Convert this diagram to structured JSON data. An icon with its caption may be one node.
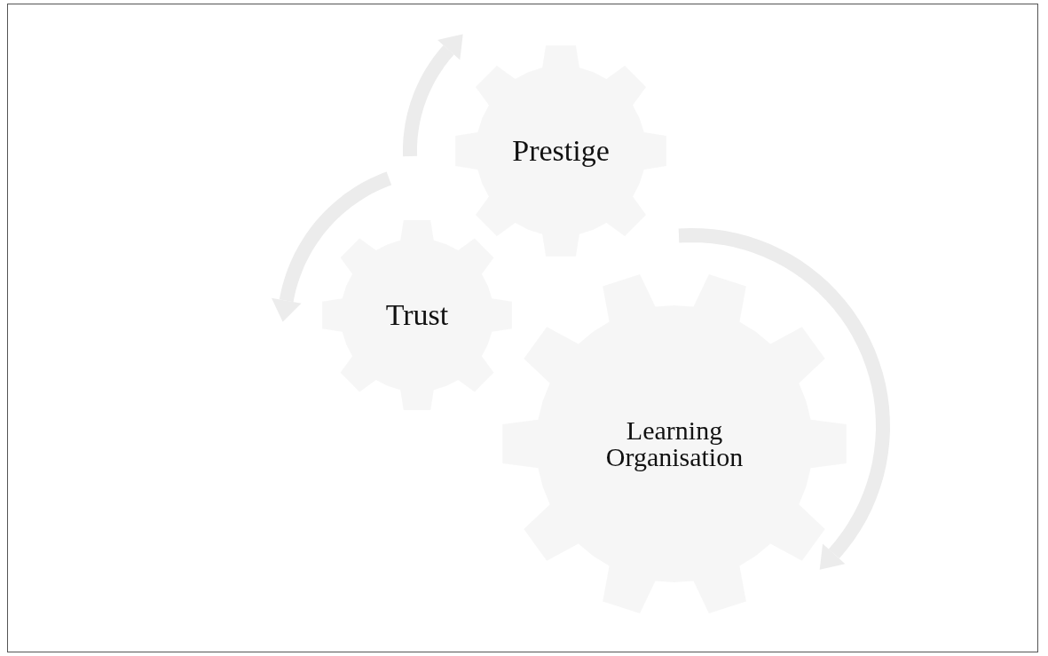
{
  "diagram": {
    "nodes": [
      {
        "text": [
          "Prestige"
        ]
      },
      {
        "text": [
          "Trust"
        ]
      },
      {
        "text": [
          "Learning Organisation"
        ]
      }
    ]
  }
}
